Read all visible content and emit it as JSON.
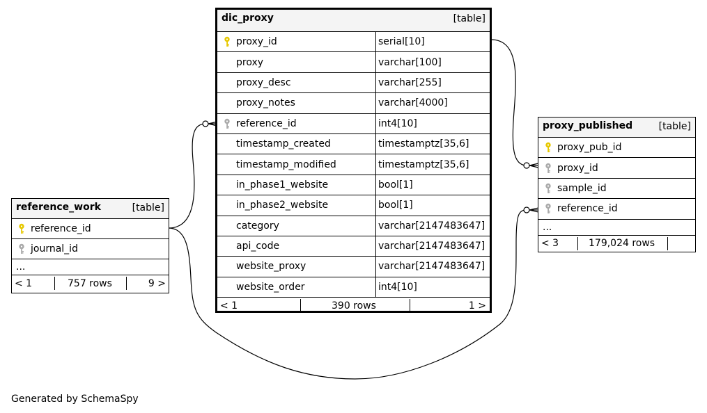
{
  "footer_text": "Generated by SchemaSpy",
  "colors": {
    "primary_key": "#e6c800",
    "foreign_key": "#aaaaaa",
    "header_bg": "#f4f4f4"
  },
  "tables": {
    "dic_proxy": {
      "name": "dic_proxy",
      "kind": "[table]",
      "columns": [
        {
          "name": "proxy_id",
          "type": "serial[10]",
          "key": "primary"
        },
        {
          "name": "proxy",
          "type": "varchar[100]",
          "key": ""
        },
        {
          "name": "proxy_desc",
          "type": "varchar[255]",
          "key": ""
        },
        {
          "name": "proxy_notes",
          "type": "varchar[4000]",
          "key": ""
        },
        {
          "name": "reference_id",
          "type": "int4[10]",
          "key": "foreign"
        },
        {
          "name": "timestamp_created",
          "type": "timestamptz[35,6]",
          "key": ""
        },
        {
          "name": "timestamp_modified",
          "type": "timestamptz[35,6]",
          "key": ""
        },
        {
          "name": "in_phase1_website",
          "type": "bool[1]",
          "key": ""
        },
        {
          "name": "in_phase2_website",
          "type": "bool[1]",
          "key": ""
        },
        {
          "name": "category",
          "type": "varchar[2147483647]",
          "key": ""
        },
        {
          "name": "api_code",
          "type": "varchar[2147483647]",
          "key": ""
        },
        {
          "name": "website_proxy",
          "type": "varchar[2147483647]",
          "key": ""
        },
        {
          "name": "website_order",
          "type": "int4[10]",
          "key": ""
        }
      ],
      "footer": {
        "left": "< 1",
        "center": "390 rows",
        "right": "1 >"
      }
    },
    "reference_work": {
      "name": "reference_work",
      "kind": "[table]",
      "columns": [
        {
          "name": "reference_id",
          "key": "primary"
        },
        {
          "name": "journal_id",
          "key": "foreign"
        }
      ],
      "more": "...",
      "footer": {
        "left": "< 1",
        "center": "757 rows",
        "right": "9 >"
      }
    },
    "proxy_published": {
      "name": "proxy_published",
      "kind": "[table]",
      "columns": [
        {
          "name": "proxy_pub_id",
          "key": "primary"
        },
        {
          "name": "proxy_id",
          "key": "foreign"
        },
        {
          "name": "sample_id",
          "key": "foreign"
        },
        {
          "name": "reference_id",
          "key": "foreign"
        }
      ],
      "more": "...",
      "footer": {
        "left": "< 3",
        "center": "179,024 rows",
        "right": ""
      }
    }
  }
}
